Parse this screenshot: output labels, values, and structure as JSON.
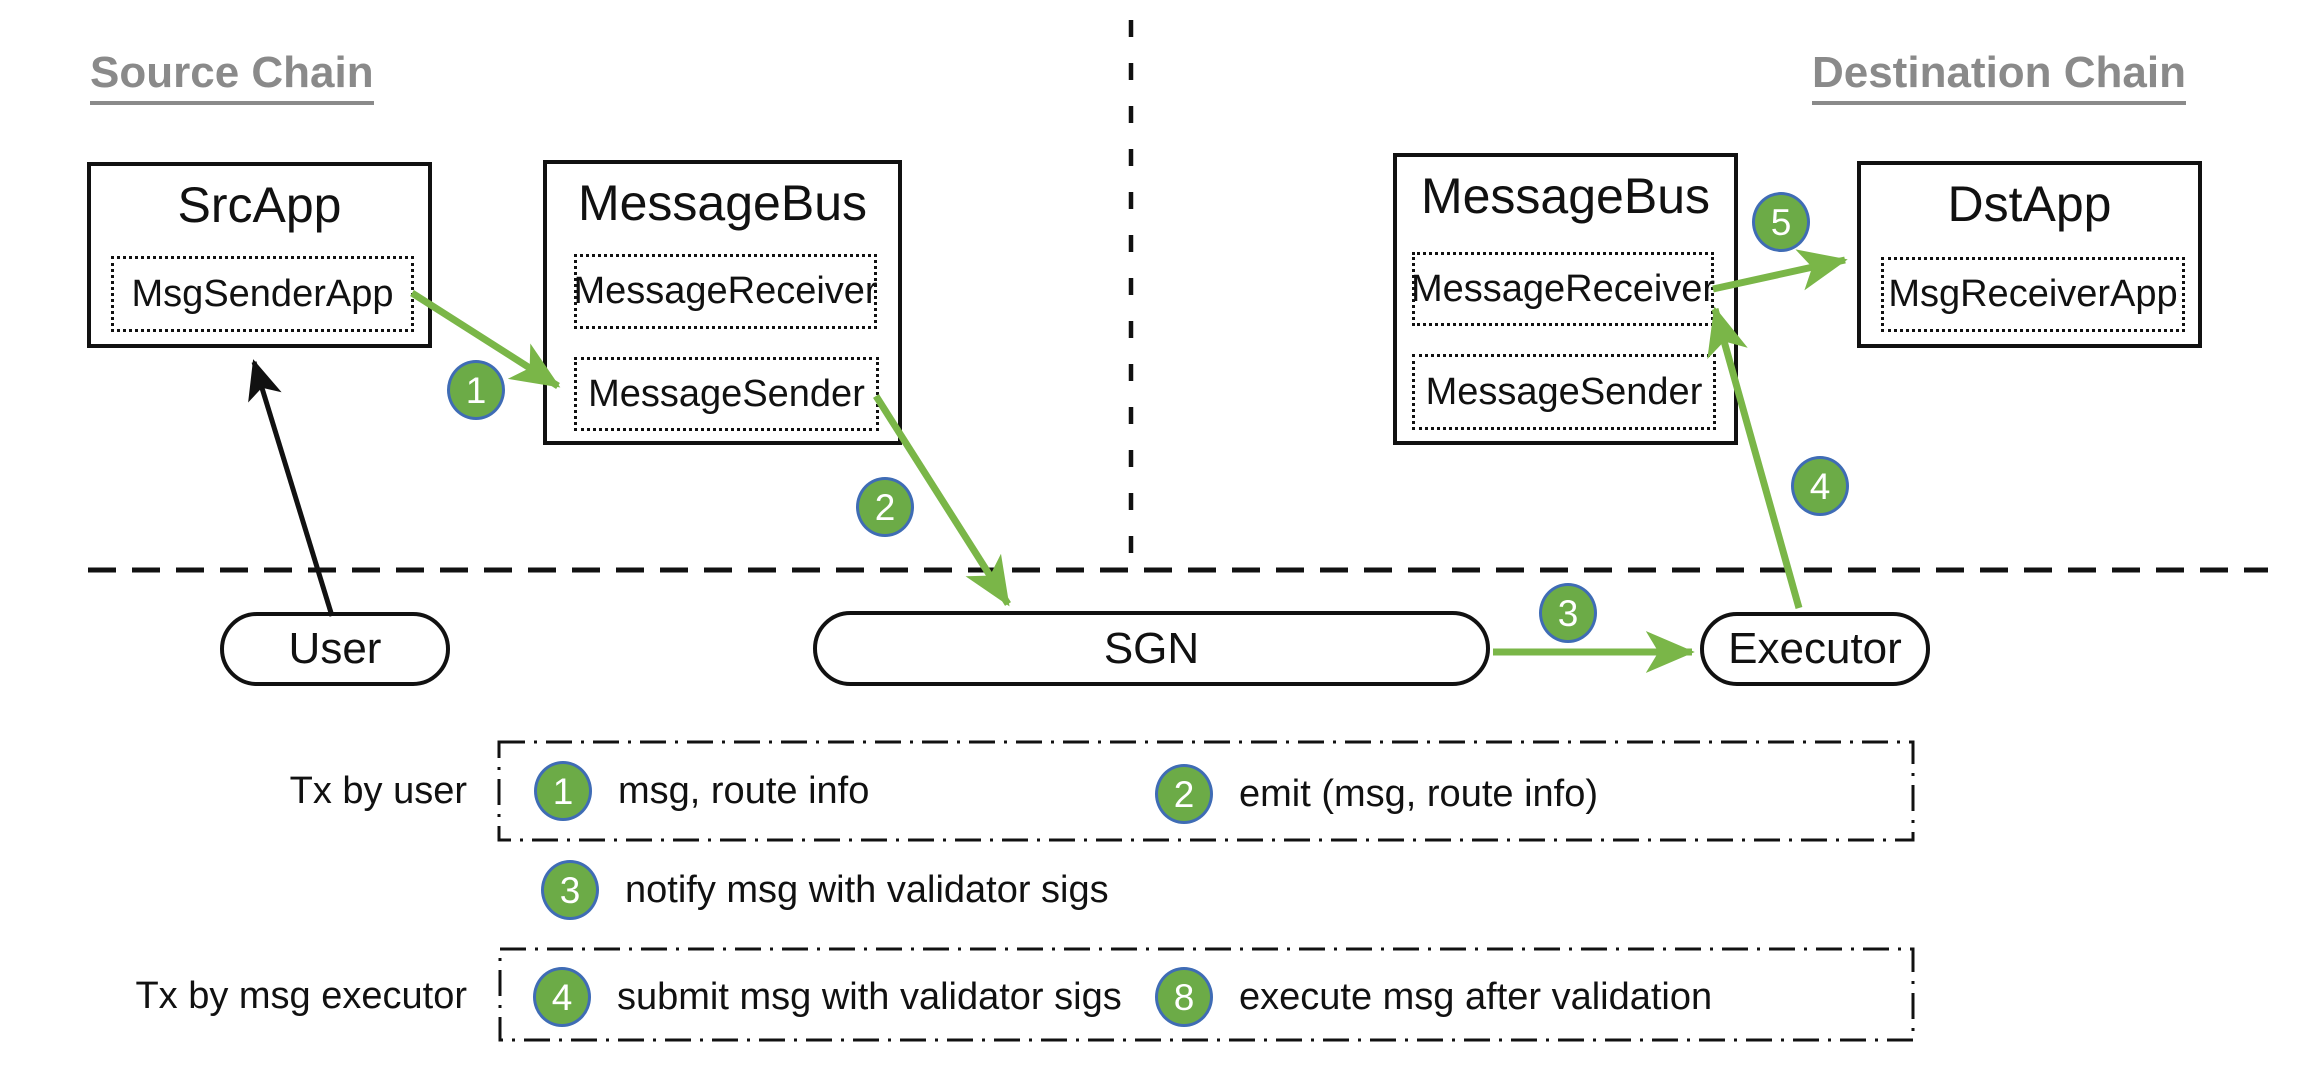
{
  "diagram": {
    "source_chain": {
      "label": "Source Chain"
    },
    "destination_chain": {
      "label": "Destination Chain"
    },
    "nodes": {
      "src_app": {
        "title": "SrcApp",
        "child": "MsgSenderApp"
      },
      "message_bus_src": {
        "title": "MessageBus",
        "children": [
          "MessageReceiver",
          "MessageSender"
        ]
      },
      "message_bus_dst": {
        "title": "MessageBus",
        "children": [
          "MessageReceiver",
          "MessageSender"
        ]
      },
      "dst_app": {
        "title": "DstApp",
        "child": "MsgReceiverApp"
      },
      "user": {
        "label": "User"
      },
      "sgn": {
        "label": "SGN"
      },
      "executor": {
        "label": "Executor"
      }
    },
    "step_badges": [
      "1",
      "2",
      "3",
      "4",
      "5"
    ],
    "colors": {
      "badge_fill": "#6cab47",
      "badge_border": "#3f6cb5",
      "arrow_green": "#7ab648",
      "arrow_black": "#111111",
      "heading_gray": "#8a8a8a"
    }
  },
  "legend": {
    "groups": [
      {
        "label": "Tx by user",
        "boxed": true,
        "items": [
          {
            "num": "1",
            "text": "msg, route info"
          },
          {
            "num": "2",
            "text": "emit (msg, route info)"
          }
        ]
      },
      {
        "label": "",
        "boxed": false,
        "items": [
          {
            "num": "3",
            "text": "notify msg with validator sigs"
          }
        ]
      },
      {
        "label": "Tx by msg executor",
        "boxed": true,
        "items": [
          {
            "num": "4",
            "text": "submit msg with validator sigs"
          },
          {
            "num": "8",
            "text": "execute msg after validation"
          }
        ]
      }
    ]
  }
}
